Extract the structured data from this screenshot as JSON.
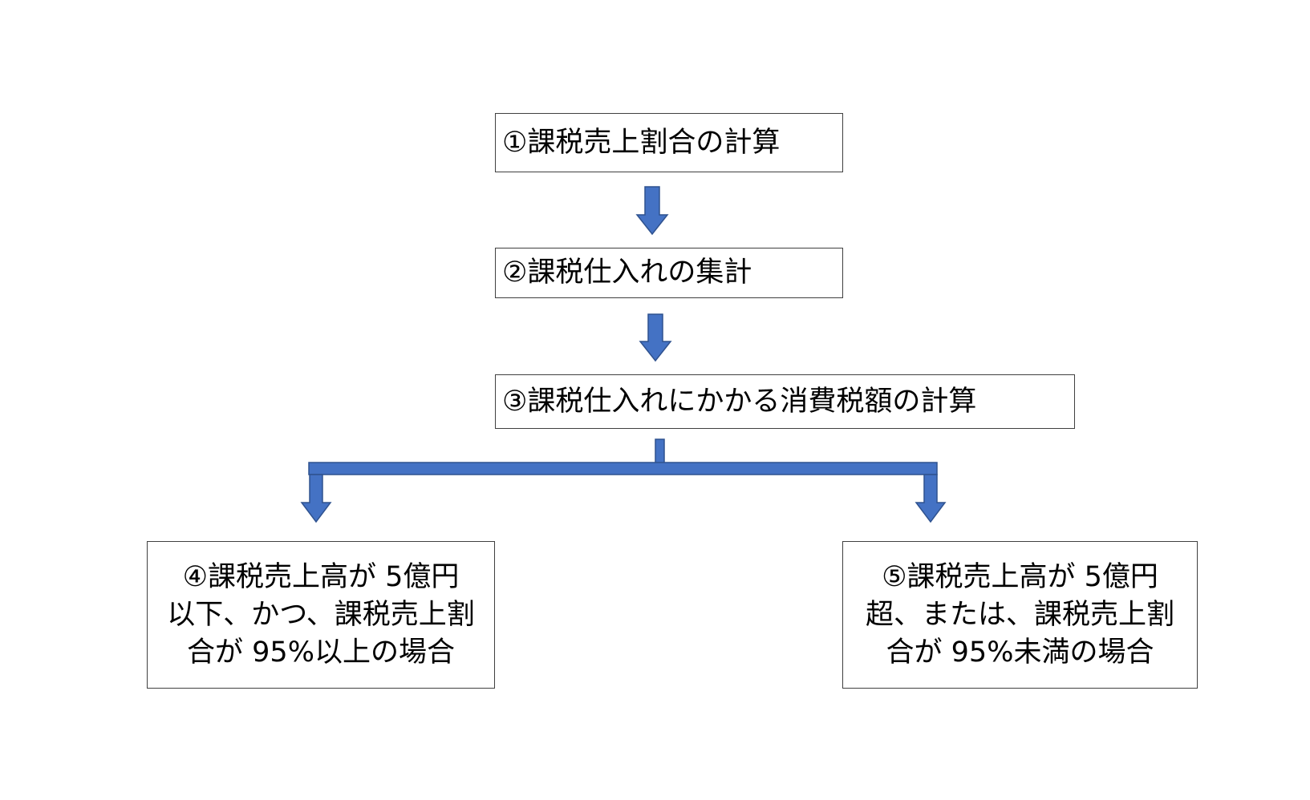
{
  "diagram": {
    "arrow_color": "#4472C4",
    "arrow_outline_color": "#2F528F",
    "box_border_color": "#404040",
    "steps": {
      "step1": {
        "label": "①課税売上割合の計算"
      },
      "step2": {
        "label": "②課税仕入れの集計"
      },
      "step3": {
        "label": "③課税仕入れにかかる消費税額の計算"
      },
      "step4": {
        "lines": [
          "④課税売上高が 5億円",
          "以下、かつ、課税売上割",
          "合が 95%以上の場合"
        ]
      },
      "step5": {
        "lines": [
          "⑤課税売上高が 5億円",
          "超、または、課税売上割",
          "合が 95%未満の場合"
        ]
      }
    }
  }
}
